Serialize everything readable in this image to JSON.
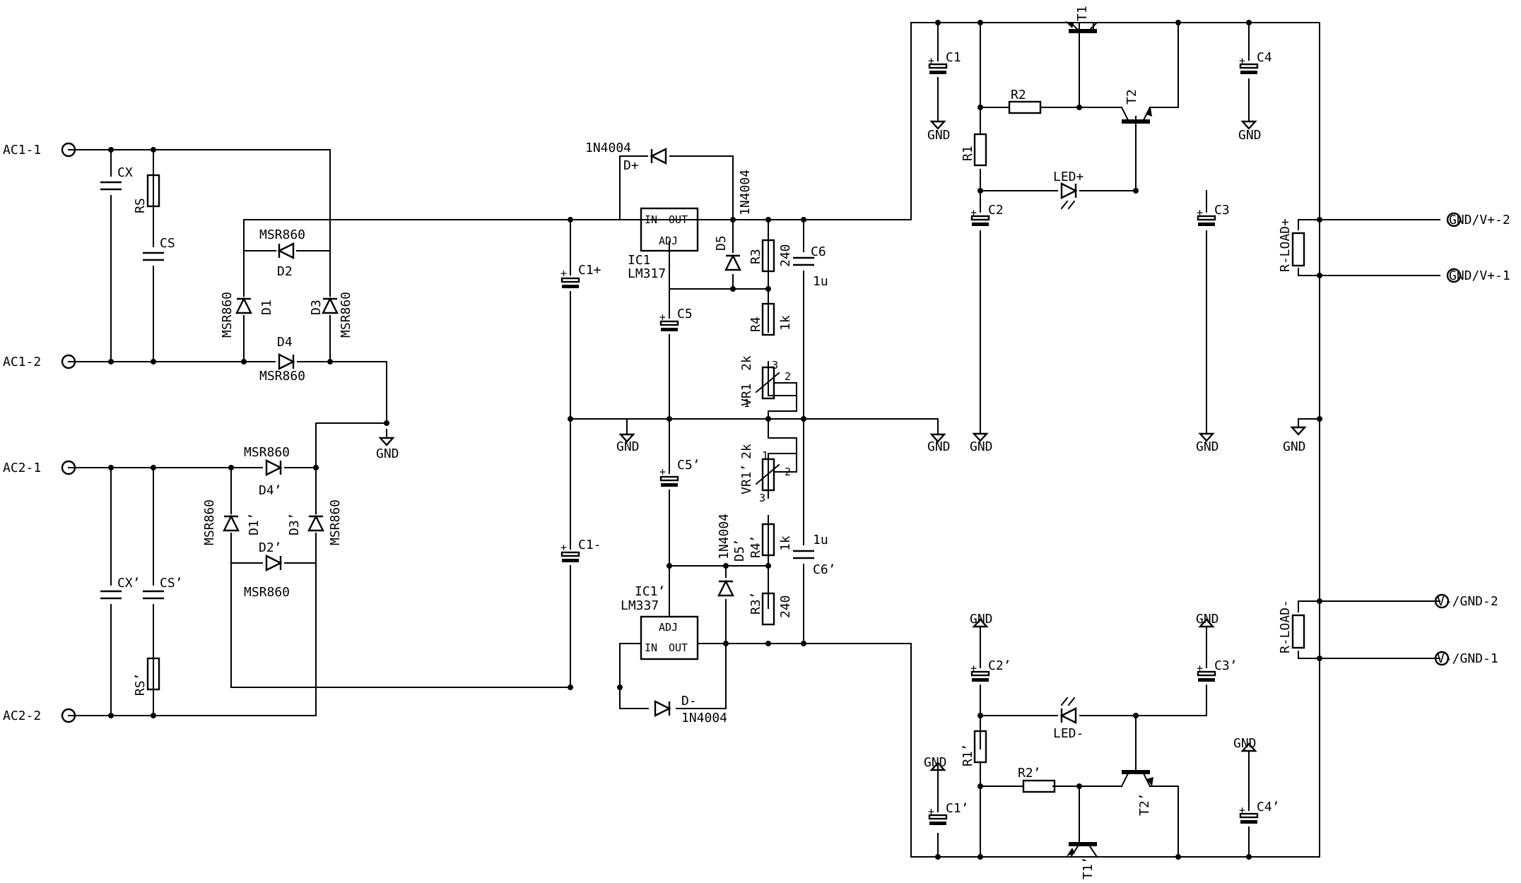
{
  "connectors": {
    "ac1_1": "AC1-1",
    "ac1_2": "AC1-2",
    "ac2_1": "AC2-1",
    "ac2_2": "AC2-2",
    "gv2": "GND/V+-2",
    "gv1": "GND/V+-1",
    "vg2": "V-/GND-2",
    "vg1": "V-/GND-1"
  },
  "components": {
    "cx": "CX",
    "rs": "RS",
    "cs": "CS",
    "cx2": "CX’",
    "cs2": "CS’",
    "rs2": "RS’",
    "msr": "MSR860",
    "d1": "D1",
    "d2": "D2",
    "d3": "D3",
    "d4": "D4",
    "d1p": "D1’",
    "d2p": "D2’",
    "d3p": "D3’",
    "d4p": "D4’",
    "c1plus": "C1+",
    "c1minus": "C1-",
    "n4004": "1N4004",
    "dplus": "D+",
    "dminus": "D-",
    "ic1": "IC1",
    "lm317": "LM317",
    "ic1p": "IC1’",
    "lm337": "LM337",
    "pin_in": "IN",
    "pin_out": "OUT",
    "pin_adj": "ADJ",
    "d5": "D5",
    "d5p": "D5’",
    "r3": "R3",
    "r3p": "R3’",
    "v240": "240",
    "c6": "C6",
    "c6p": "C6’",
    "v1u": "1u",
    "c5": "C5",
    "c5p": "C5’",
    "r4": "R4",
    "r4p": "R4’",
    "v1k": "1k",
    "vr1": "VR1",
    "vr1p": "VR1’",
    "v2k": "2k",
    "pin1": "1",
    "pin2": "2",
    "pin3": "3",
    "t1": "T1",
    "t2": "T2",
    "t1p": "T1’",
    "t2p": "T2’",
    "c1": "C1",
    "c2": "C2",
    "c3": "C3",
    "c4": "C4",
    "c1p": "C1’",
    "c2p": "C2’",
    "c3p": "C3’",
    "c4p": "C4’",
    "r1": "R1",
    "r2": "R2",
    "r1p": "R1’",
    "r2p": "R2’",
    "ledp": "LED+",
    "ledm": "LED-",
    "rloadp": "R-LOAD+",
    "rloadm": "R-LOAD-",
    "gnd": "GND",
    "plus": "+"
  }
}
